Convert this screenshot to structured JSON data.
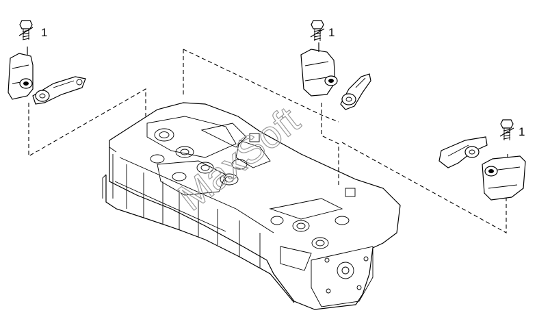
{
  "callouts": [
    {
      "id": "bolt-left",
      "label": "1"
    },
    {
      "id": "bolt-center",
      "label": "1"
    },
    {
      "id": "bolt-right",
      "label": "1"
    }
  ],
  "watermark": {
    "text": "MaxSoft"
  },
  "colors": {
    "line": "#000000",
    "background": "#ffffff",
    "watermark": "#9a9a9a"
  },
  "icons": [
    "bolt-icon",
    "rocker-support-icon",
    "rocker-arm-icon",
    "cylinder-head-icon"
  ]
}
